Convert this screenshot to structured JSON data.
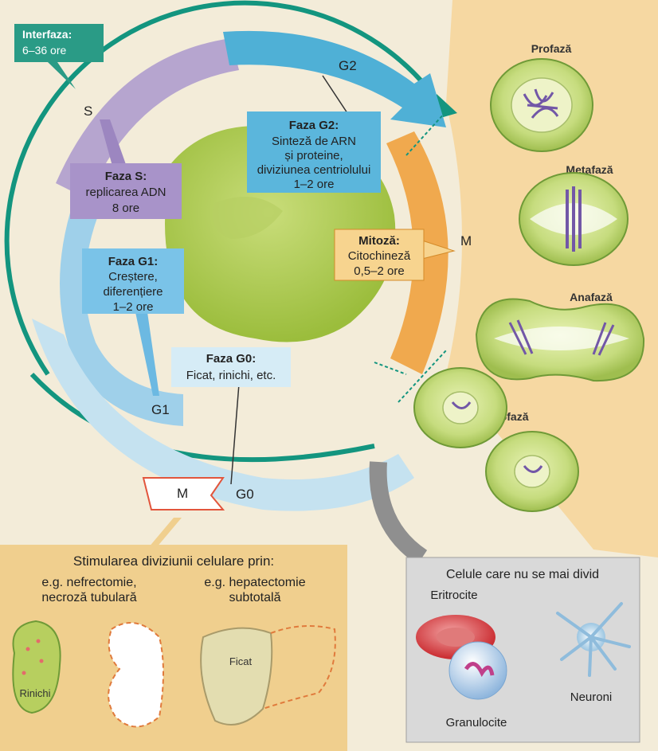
{
  "interphase": {
    "title": "Interfaza:",
    "duration": "6–36 ore"
  },
  "cycle_labels": {
    "g2": "G2",
    "s": "S",
    "m": "M",
    "g1": "G1",
    "g0": "G0",
    "m_small": "M"
  },
  "phase_g2": {
    "title": "Faza G2:",
    "lines": [
      "Sinteză de ARN",
      "și proteine,",
      "diviziunea centriolului",
      "1–2 ore"
    ]
  },
  "phase_s": {
    "title": "Faza S:",
    "lines": [
      "replicarea ADN",
      "8 ore"
    ]
  },
  "phase_g1": {
    "title": "Faza G1:",
    "lines": [
      "Creștere,",
      "diferențiere",
      "1–2 ore"
    ]
  },
  "phase_g0": {
    "title": "Faza G0:",
    "lines": [
      "Ficat, rinichi, etc."
    ]
  },
  "mitosis": {
    "title": "Mitoză:",
    "lines": [
      "Citochineză",
      "0,5–2 ore"
    ]
  },
  "stages": {
    "prophase": "Profază",
    "metaphase": "Metafază",
    "anaphase": "Anafază",
    "telophase": "Telofază"
  },
  "stimulation": {
    "title": "Stimularea diviziunii celulare prin:",
    "example1": [
      "e.g. nefrectomie,",
      "necroză tubulară"
    ],
    "example2": [
      "e.g. hepatectomie",
      "subtotală"
    ],
    "kidney_label": "Rinichi",
    "liver_label": "Ficat"
  },
  "nondividing": {
    "title": "Celule care nu se mai divid",
    "erythrocytes": "Eritrocite",
    "granulocytes": "Granulocite",
    "neurons": "Neuroni"
  },
  "colors": {
    "teal": "#13957f",
    "g2_blue": "#4fb0d6",
    "s_purple": "#b6a5cf",
    "g1_blue": "#9fd0ea",
    "mitosis_orange": "#f0a94e",
    "mitosis_bg": "#f6d8a2",
    "cell_green": "#b9d36d",
    "box_tan": "#f0cf8e"
  }
}
